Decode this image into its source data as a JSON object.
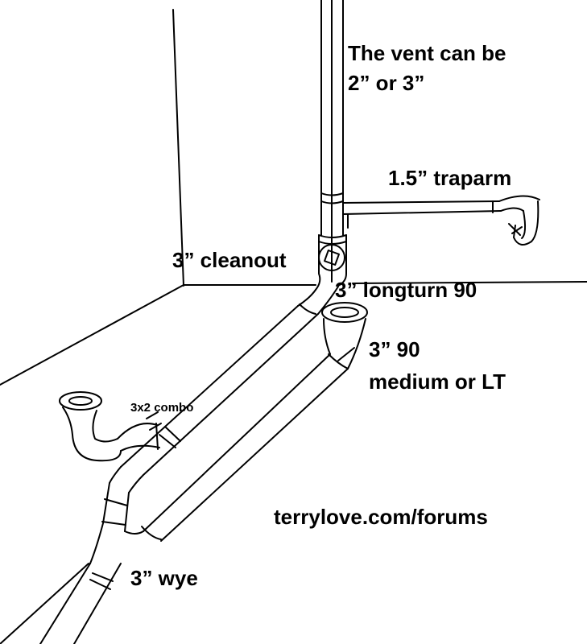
{
  "labels": {
    "vent_line1": "The vent can be",
    "vent_line2": "2” or 3”",
    "traparm": "1.5” traparm",
    "cleanout": "3” cleanout",
    "longturn": "3” longturn 90",
    "ninety_line1": "3” 90",
    "ninety_line2": "medium or LT",
    "combo": "3x2 combo",
    "credit": "terrylove.com/forums",
    "wye": "3” wye"
  },
  "colors": {
    "ink": "#000000",
    "paper": "#ffffff"
  }
}
